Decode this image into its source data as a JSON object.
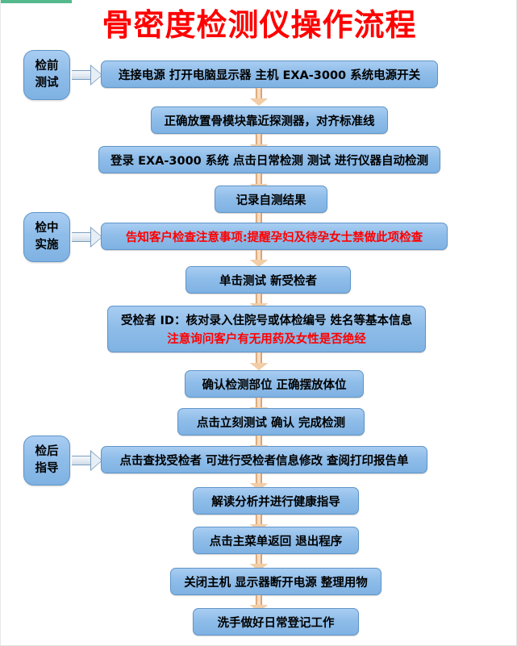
{
  "title": "骨密度检测仪操作流程",
  "colors": {
    "title_text": "#ff0000",
    "box_fill": "#8fbde9",
    "box_border": "#5f95c8",
    "down_arrow": "#f2cda6",
    "right_arrow": "#e8eef5",
    "warning_text": "#ff0000",
    "accent_bar": "#54b98c"
  },
  "stages": [
    {
      "id": "pre",
      "line1": "检前",
      "line2": "测试"
    },
    {
      "id": "mid",
      "line1": "检中",
      "line2": "实施"
    },
    {
      "id": "post",
      "line1": "检后",
      "line2": "指导"
    }
  ],
  "steps": [
    {
      "id": "step-1",
      "text": "连接电源  打开电脑显示器  主机  EXA-3000 系统电源开关",
      "red": false
    },
    {
      "id": "step-2",
      "text": "正确放置骨模块靠近探测器，对齐标准线",
      "red": false
    },
    {
      "id": "step-3",
      "text": "登录 EXA-3000 系统  点击日常检测  测试  进行仪器自动检测",
      "red": false
    },
    {
      "id": "step-4",
      "text": "记录自测结果",
      "red": false
    },
    {
      "id": "step-5",
      "text": "告知客户检查注意事项:提醒孕妇及待孕女士禁做此项检查",
      "red": true
    },
    {
      "id": "step-6",
      "text": "单击测试  新受检者",
      "red": false
    },
    {
      "id": "step-7",
      "text": "受检者 ID：核对录入住院号或体检编号  姓名等基本信息",
      "text2": "注意询问客户有无用药及女性是否绝经",
      "red": false
    },
    {
      "id": "step-8",
      "text": "确认检测部位  正确摆放体位",
      "red": false
    },
    {
      "id": "step-9",
      "text": "点击立刻测试  确认  完成检测",
      "red": false
    },
    {
      "id": "step-10",
      "text": "点击查找受检者  可进行受检者信息修改  查阅打印报告单",
      "red": false
    },
    {
      "id": "step-11",
      "text": "解读分析并进行健康指导",
      "red": false
    },
    {
      "id": "step-12",
      "text": "点击主菜单返回  退出程序",
      "red": false
    },
    {
      "id": "step-13",
      "text": "关闭主机  显示器断开电源  整理用物",
      "red": false
    },
    {
      "id": "step-14",
      "text": "洗手做好日常登记工作",
      "red": false
    }
  ]
}
